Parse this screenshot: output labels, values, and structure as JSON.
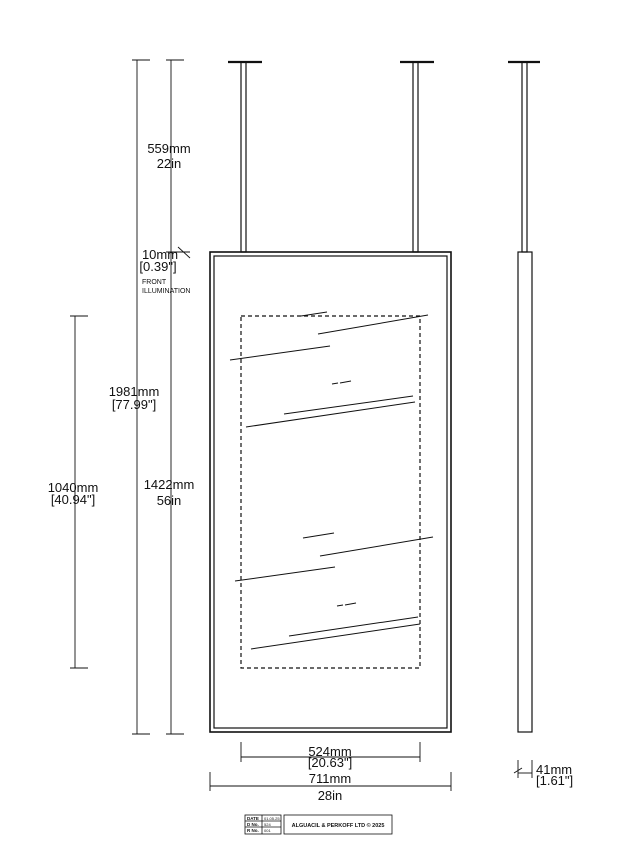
{
  "dimensions": {
    "ceiling_drop": {
      "mm": "559mm",
      "in": "22in"
    },
    "frame_thickness": {
      "mm": "10mm",
      "in": "[0.39\"]"
    },
    "overall_height": {
      "mm": "1981mm",
      "in": "[77.99\"]"
    },
    "illuminated_height": {
      "mm": "1040mm",
      "in": "[40.94\"]"
    },
    "mirror_height": {
      "mm": "1422mm",
      "in": "56in"
    },
    "illuminated_width": {
      "mm": "524mm",
      "in": "[20.63\"]"
    },
    "mirror_width": {
      "mm": "711mm",
      "in": "28in"
    },
    "depth": {
      "mm": "41mm",
      "in": "[1.61\"]"
    }
  },
  "annotations": {
    "front_illumination_line1": "FRONT",
    "front_illumination_line2": "ILLUMINATION"
  },
  "title_block": {
    "date_label": "DATE",
    "date_value": "01.05.25",
    "d_no_label": "D No.",
    "d_no_value": "524",
    "r_no_label": "R No.",
    "r_no_value": "001",
    "company": "ALGUACIL & PERKOFF LTD © 2025"
  },
  "colors": {
    "line": "#111111",
    "background": "#ffffff"
  }
}
